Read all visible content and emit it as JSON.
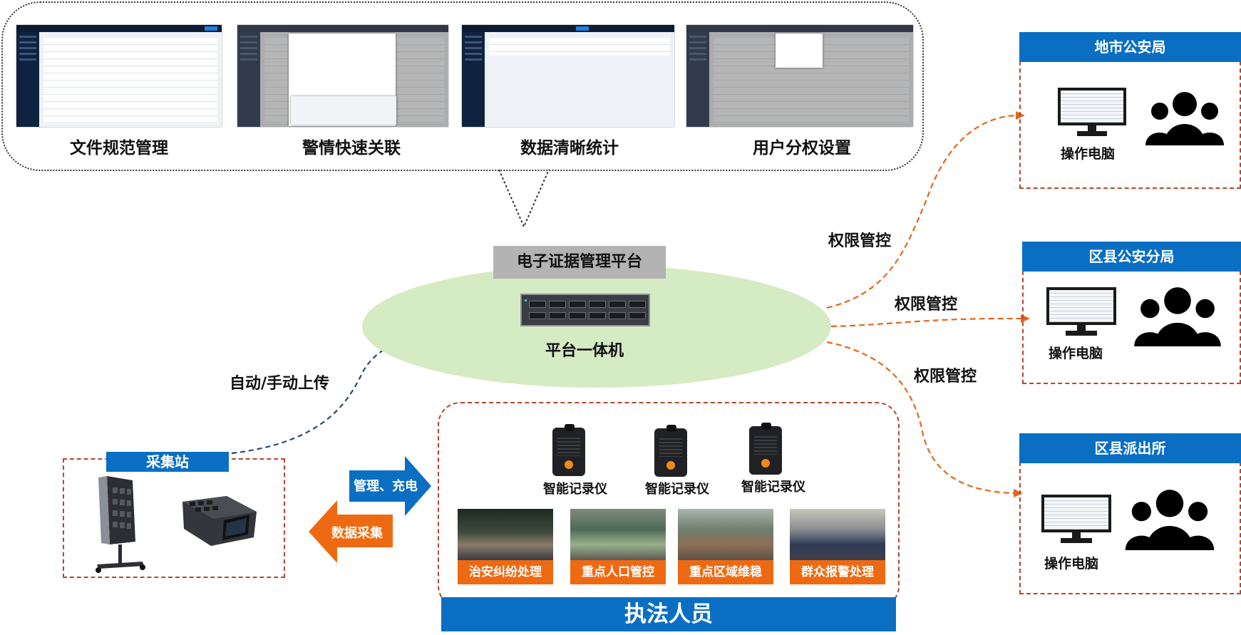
{
  "features": [
    {
      "label": "文件规范管理",
      "screen_title": "电子证据管理平台"
    },
    {
      "label": "警情快速关联",
      "screen_title": "电子证据管理平台"
    },
    {
      "label": "数据清晰统计",
      "screen_title": "电子证据管理平台"
    },
    {
      "label": "用户分权设置",
      "screen_title": "电子证据管理平台"
    }
  ],
  "platform": {
    "title": "电子证据管理平台",
    "device_label": "平台一体机"
  },
  "agencies": [
    {
      "title": "地市公安局",
      "computer_label": "操作电脑"
    },
    {
      "title": "区县公安分局",
      "computer_label": "操作电脑"
    },
    {
      "title": "区县派出所",
      "computer_label": "操作电脑"
    }
  ],
  "permission_labels": [
    "权限管控",
    "权限管控",
    "权限管控"
  ],
  "upload_label": "自动/手动上传",
  "collection_station": {
    "title": "采集站"
  },
  "arrows": {
    "manage_charge": "管理、充电",
    "data_collect": "数据采集"
  },
  "recorders": [
    "智能记录仪",
    "智能记录仪",
    "智能记录仪"
  ],
  "scenarios": [
    "治安纠纷处理",
    "重点人口管控",
    "重点区域维稳",
    "群众报警处理"
  ],
  "officers_label": "执法人员",
  "colors": {
    "blue": "#0a6fc2",
    "orange": "#ee6a12",
    "green_ellipse": "#d5ebc3",
    "dashed_border": "#b5462d"
  }
}
